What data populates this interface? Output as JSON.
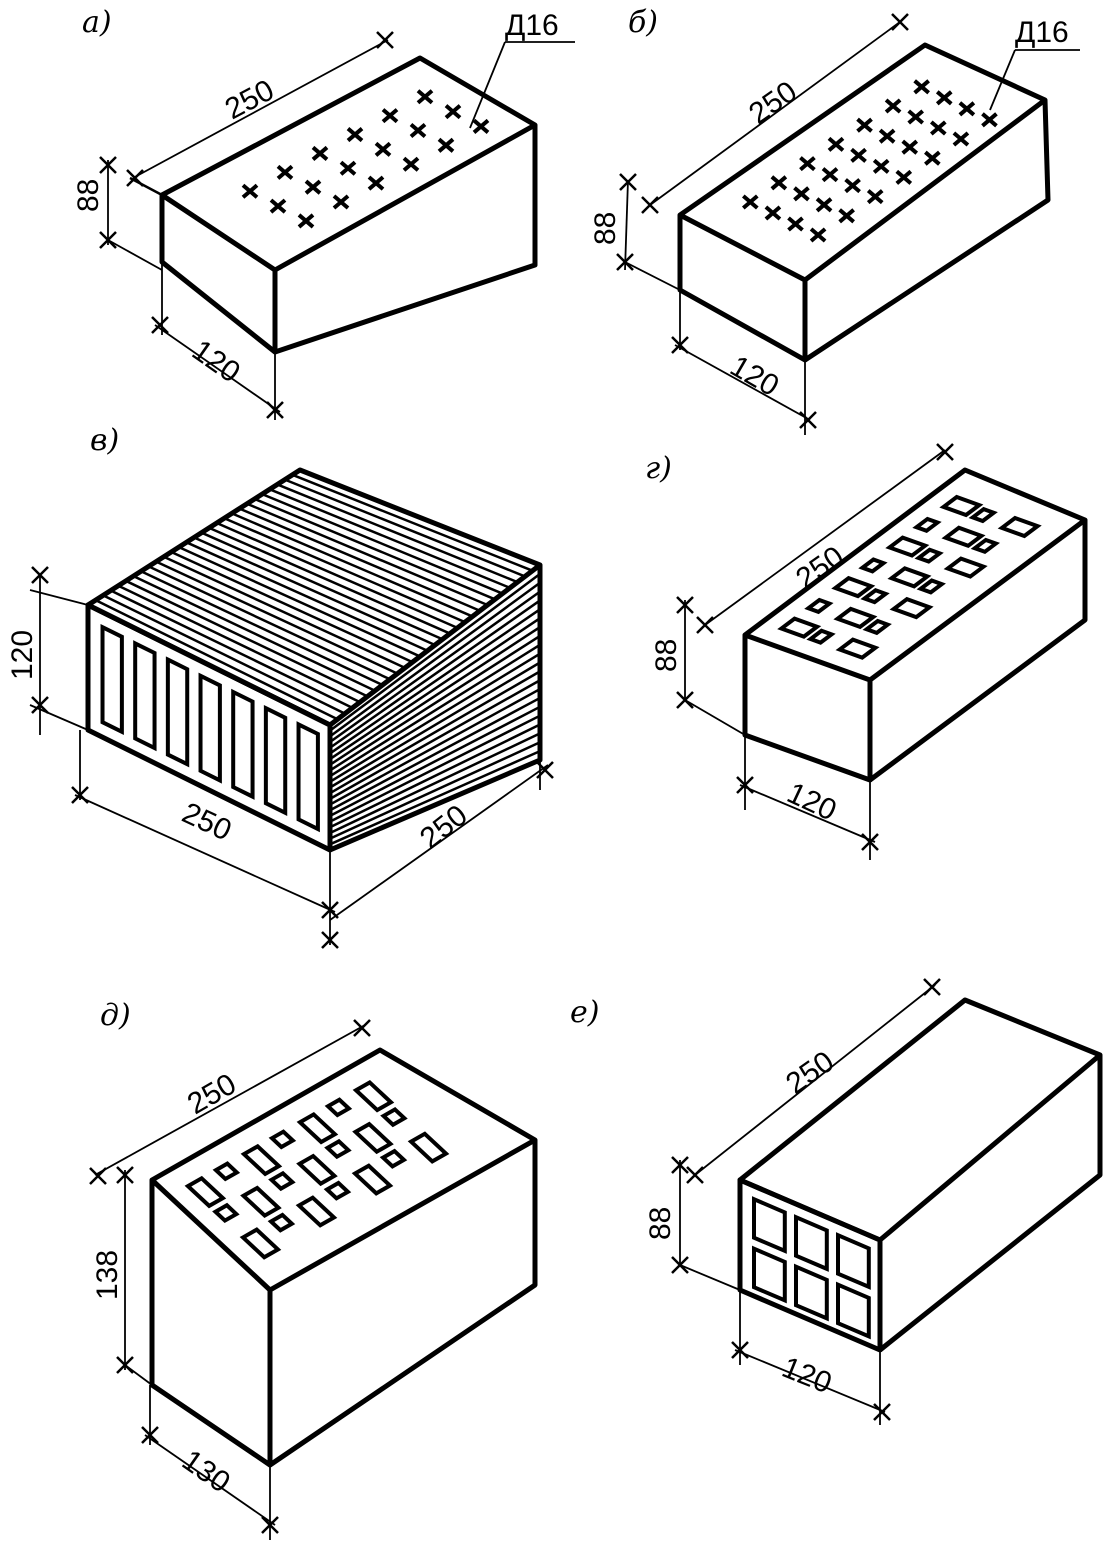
{
  "figures": [
    {
      "label": "а)",
      "dims": [
        "250",
        "88",
        "120"
      ],
      "callout": "Д16"
    },
    {
      "label": "б)",
      "dims": [
        "250",
        "88",
        "120"
      ],
      "callout": "Д16"
    },
    {
      "label": "в)",
      "dims": [
        "120",
        "250",
        "250"
      ]
    },
    {
      "label": "г)",
      "dims": [
        "250",
        "88",
        "120"
      ]
    },
    {
      "label": "д)",
      "dims": [
        "250",
        "138",
        "130"
      ]
    },
    {
      "label": "е)",
      "dims": [
        "250",
        "88",
        "120"
      ]
    }
  ],
  "colors": {
    "ink": "#000000",
    "paper": "#ffffff"
  }
}
